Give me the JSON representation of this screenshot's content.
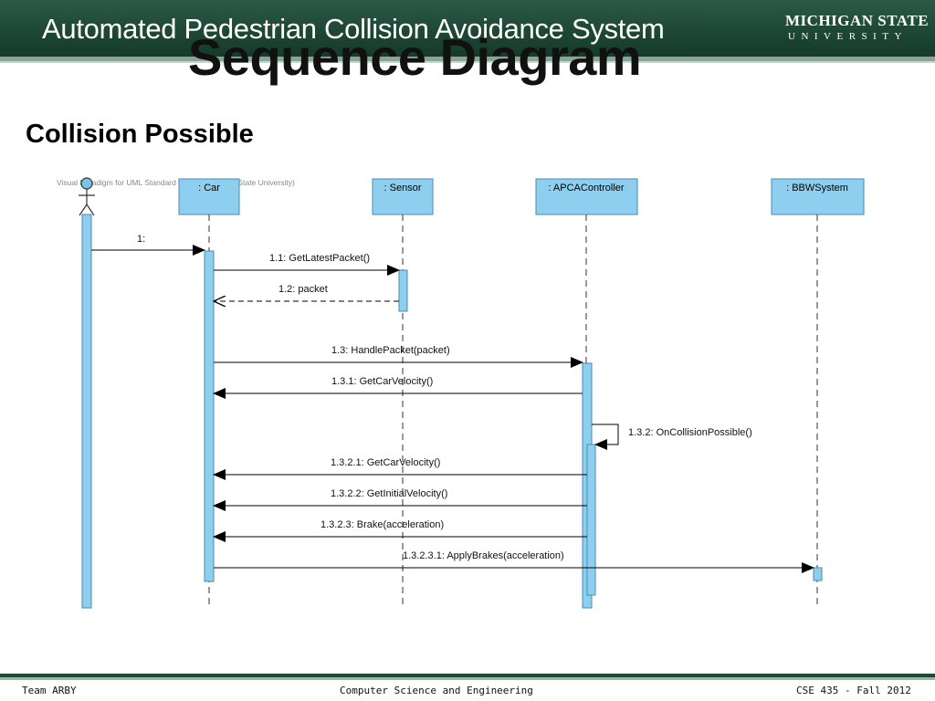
{
  "header": {
    "title": "Automated Pedestrian Collision Avoidance System",
    "logo_line1": "MICHIGAN STATE",
    "logo_line2": "UNIVERSITY"
  },
  "slide": {
    "title": "Sequence Diagram",
    "subtitle": "Collision Possible"
  },
  "diagram": {
    "watermark": "Visual Paradigm for UML Standard Edition(Michigan State University)",
    "lifelines": [
      {
        "id": "actor",
        "label": ""
      },
      {
        "id": "car",
        "label": ": Car"
      },
      {
        "id": "sensor",
        "label": ": Sensor"
      },
      {
        "id": "apca",
        "label": ": APCAController"
      },
      {
        "id": "bbw",
        "label": ": BBWSystem"
      }
    ],
    "messages": [
      {
        "label": "1:",
        "from": "actor",
        "to": "car",
        "kind": "sync"
      },
      {
        "label": "1.1: GetLatestPacket()",
        "from": "car",
        "to": "sensor",
        "kind": "sync"
      },
      {
        "label": "1.2: packet",
        "from": "sensor",
        "to": "car",
        "kind": "return"
      },
      {
        "label": "1.3: HandlePacket(packet)",
        "from": "car",
        "to": "apca",
        "kind": "sync"
      },
      {
        "label": "1.3.1: GetCarVelocity()",
        "from": "apca",
        "to": "car",
        "kind": "sync"
      },
      {
        "label": "1.3.2: OnCollisionPossible()",
        "from": "apca",
        "to": "apca",
        "kind": "self"
      },
      {
        "label": "1.3.2.1: GetCarVelocity()",
        "from": "apca",
        "to": "car",
        "kind": "sync"
      },
      {
        "label": "1.3.2.2: GetInitialVelocity()",
        "from": "apca",
        "to": "car",
        "kind": "sync"
      },
      {
        "label": "1.3.2.3: Brake(acceleration)",
        "from": "apca",
        "to": "car",
        "kind": "sync"
      },
      {
        "label": "1.3.2.3.1: ApplyBrakes(acceleration)",
        "from": "car",
        "to": "bbw",
        "kind": "sync"
      }
    ]
  },
  "footer": {
    "left": "Team ARBY",
    "center": "Computer Science and Engineering",
    "right": "CSE 435 - Fall 2012"
  }
}
